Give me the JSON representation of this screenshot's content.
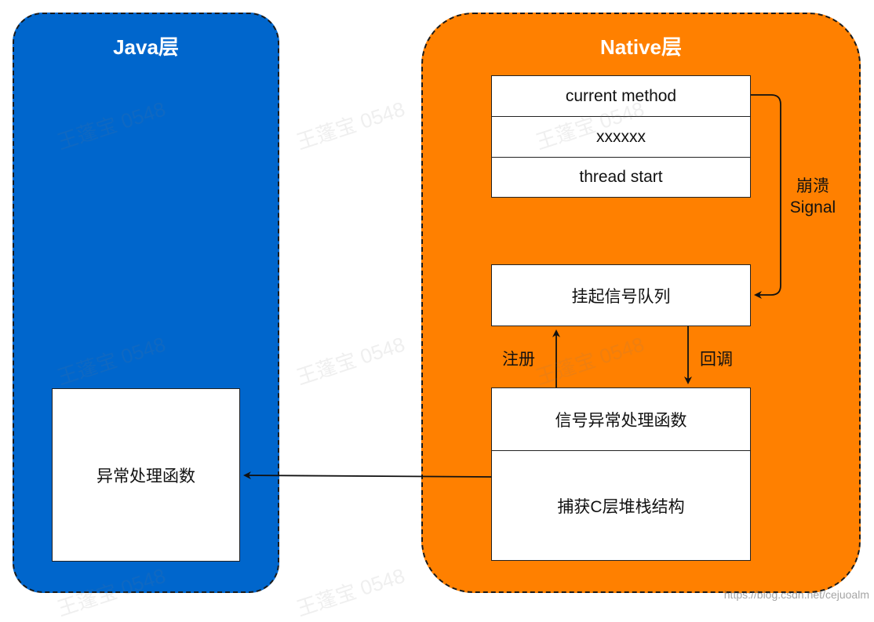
{
  "java_layer": {
    "title": "Java层",
    "handler_label": "异常处理函数"
  },
  "native_layer": {
    "title": "Native层",
    "stack_frames": [
      "current method",
      "xxxxxx",
      "thread start"
    ],
    "pending_queue_label": "挂起信号队列",
    "signal_handler": {
      "title": "信号异常处理函数",
      "action": "捕获C层堆栈结构"
    }
  },
  "edges": {
    "crash_signal_line1": "崩溃",
    "crash_signal_line2": "Signal",
    "register": "注册",
    "callback": "回调"
  },
  "watermark": "王蓬宝 0548",
  "credit": "https://blog.csdn.net/cejuoalm",
  "colors": {
    "java_panel": "#0066cc",
    "native_panel": "#ff8000",
    "box_fill": "#ffffff",
    "stroke": "#111111"
  }
}
